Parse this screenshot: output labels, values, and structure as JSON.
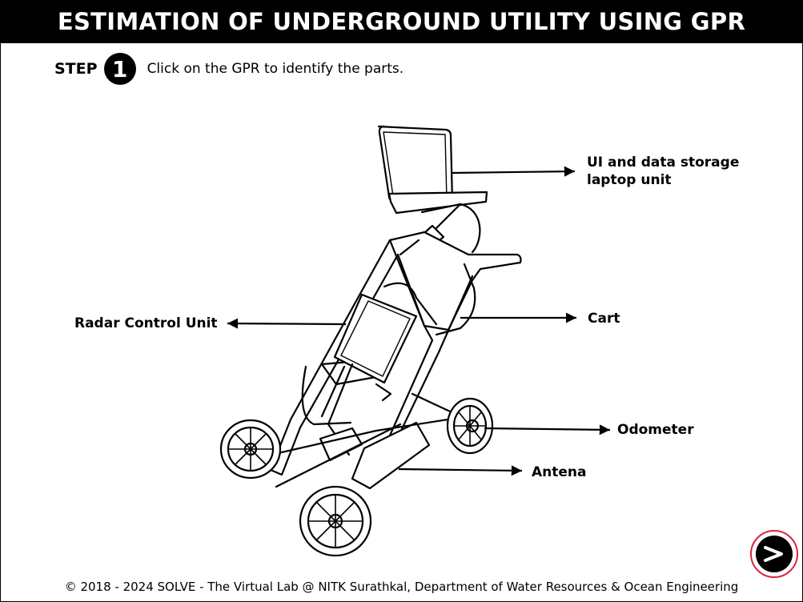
{
  "title": "ESTIMATION OF UNDERGROUND UTILITY USING GPR",
  "step": {
    "label": "STEP",
    "number": "1",
    "instruction": "Click on the GPR to identify the parts."
  },
  "parts": {
    "laptop_line1": "UI and data storage",
    "laptop_line2": "laptop unit",
    "radar": "Radar Control Unit",
    "cart": "Cart",
    "odometer": "Odometer",
    "antena": "Antena"
  },
  "footer": "© 2018 - 2024 SOLVE - The Virtual Lab @ NITK Surathkal, Department of Water Resources & Ocean Engineering",
  "next_button": {
    "icon": "next-arrow-icon",
    "accent": "#d7263d"
  }
}
